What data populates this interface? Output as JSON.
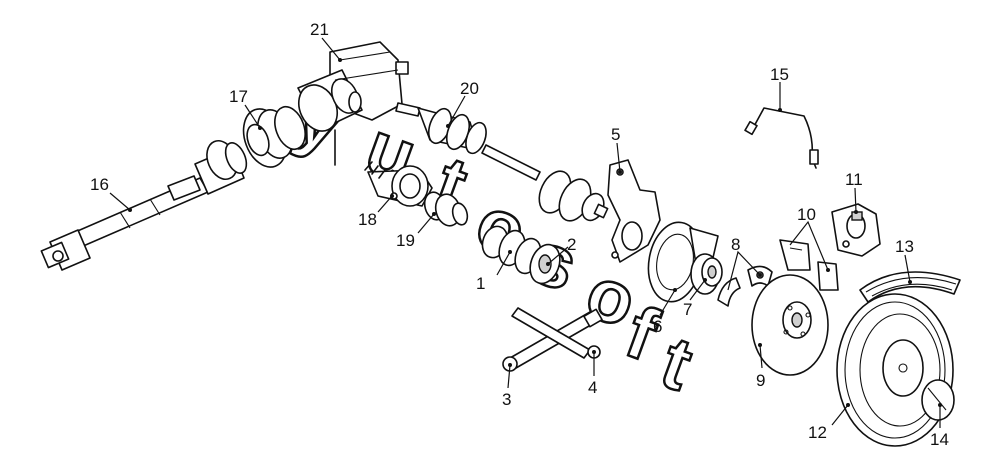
{
  "diagram": {
    "callouts": [
      {
        "id": "1",
        "label": "1"
      },
      {
        "id": "2",
        "label": "2"
      },
      {
        "id": "3",
        "label": "3"
      },
      {
        "id": "4",
        "label": "4"
      },
      {
        "id": "5",
        "label": "5"
      },
      {
        "id": "6",
        "label": "6"
      },
      {
        "id": "7",
        "label": "7"
      },
      {
        "id": "8",
        "label": "8"
      },
      {
        "id": "9",
        "label": "9"
      },
      {
        "id": "10",
        "label": "10"
      },
      {
        "id": "11",
        "label": "11"
      },
      {
        "id": "12",
        "label": "12"
      },
      {
        "id": "13",
        "label": "13"
      },
      {
        "id": "14",
        "label": "14"
      },
      {
        "id": "15",
        "label": "15"
      },
      {
        "id": "16",
        "label": "16"
      },
      {
        "id": "17",
        "label": "17"
      },
      {
        "id": "18",
        "label": "18"
      },
      {
        "id": "19",
        "label": "19"
      },
      {
        "id": "20",
        "label": "20"
      },
      {
        "id": "21",
        "label": "21"
      }
    ],
    "watermark": [
      "y",
      "u",
      "t",
      "o",
      "s",
      "o",
      "f",
      "t"
    ]
  }
}
